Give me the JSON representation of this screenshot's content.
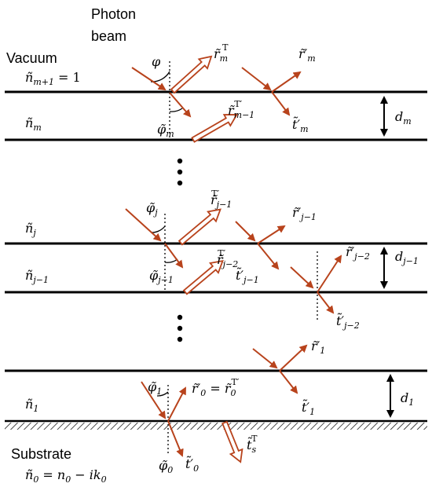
{
  "colors": {
    "ray": "#b8431c",
    "line": "#000000"
  },
  "labels": {
    "photon_beam_1": "Photon",
    "photon_beam_2": "beam",
    "vacuum": "Vacuum",
    "n_m_plus_1": "ñ",
    "n_m_plus_1_sub": "m+1",
    "n_m_plus_1_val": " = 1",
    "phi": "φ",
    "r_m_T": "r̃",
    "r_m_T_sub": "m",
    "r_m_T_sup": "T",
    "r_m_prime": "r̃′",
    "r_m_prime_sub": "m",
    "r_m1_T": "r̃",
    "r_m1_T_sub": "m−1",
    "r_m1_T_sup": "T′",
    "t_m_prime": "t̃′",
    "t_m_prime_sub": "m",
    "n_m": "ñ",
    "n_m_sub": "m",
    "phi_m": "φ̃",
    "phi_m_sub": "m",
    "d_m": "d",
    "d_m_sub": "m",
    "dots": "⋮",
    "phi_j": "φ̃",
    "phi_j_sub": "j",
    "r_j1_T": "r̃",
    "r_j1_T_sub": "j−1",
    "r_j1_T_sup": "T′",
    "r_j1_prime": "r̃′",
    "r_j1_prime_sub": "j−1",
    "n_j": "ñ",
    "n_j_sub": "j",
    "r_j2_T": "r̃",
    "r_j2_T_sub": "j−2",
    "r_j2_T_sup": "T′",
    "r_j2_prime": "r̃′",
    "r_j2_prime_sub": "j−2",
    "d_j1": "d",
    "d_j1_sub": "j−1",
    "n_j1": "ñ",
    "n_j1_sub": "j−1",
    "phi_j1": "φ̃",
    "phi_j1_sub": "j−1",
    "t_j1_prime": "t̃′",
    "t_j1_prime_sub": "j−1",
    "t_j2_prime": "t̃′",
    "t_j2_prime_sub": "j−2",
    "r_1_prime": "r̃′",
    "r_1_prime_sub": "1",
    "n_1": "ñ",
    "n_1_sub": "1",
    "phi_1": "φ̃",
    "phi_1_sub": "1",
    "r_0_prime": "r̃′",
    "r_0_prime_sub": "0",
    "r_0_eq": " = r̃",
    "r_0_T_sub": "0",
    "r_0_T_sup": "T′",
    "t_1_prime": "t̃′",
    "t_1_prime_sub": "1",
    "d_1": "d",
    "d_1_sub": "1",
    "substrate": "Substrate",
    "n_0": "ñ",
    "n_0_sub": "0",
    "n_0_eq": " = n",
    "n_0_eq_sub": "0",
    "n_0_minus": " − ik",
    "n_0_minus_sub": "0",
    "phi_0": "φ̃",
    "phi_0_sub": "0",
    "t_0_prime": "t̃′",
    "t_0_prime_sub": "0",
    "t_s_T": "t̃",
    "t_s_T_sub": "s",
    "t_s_T_sup": "T"
  }
}
